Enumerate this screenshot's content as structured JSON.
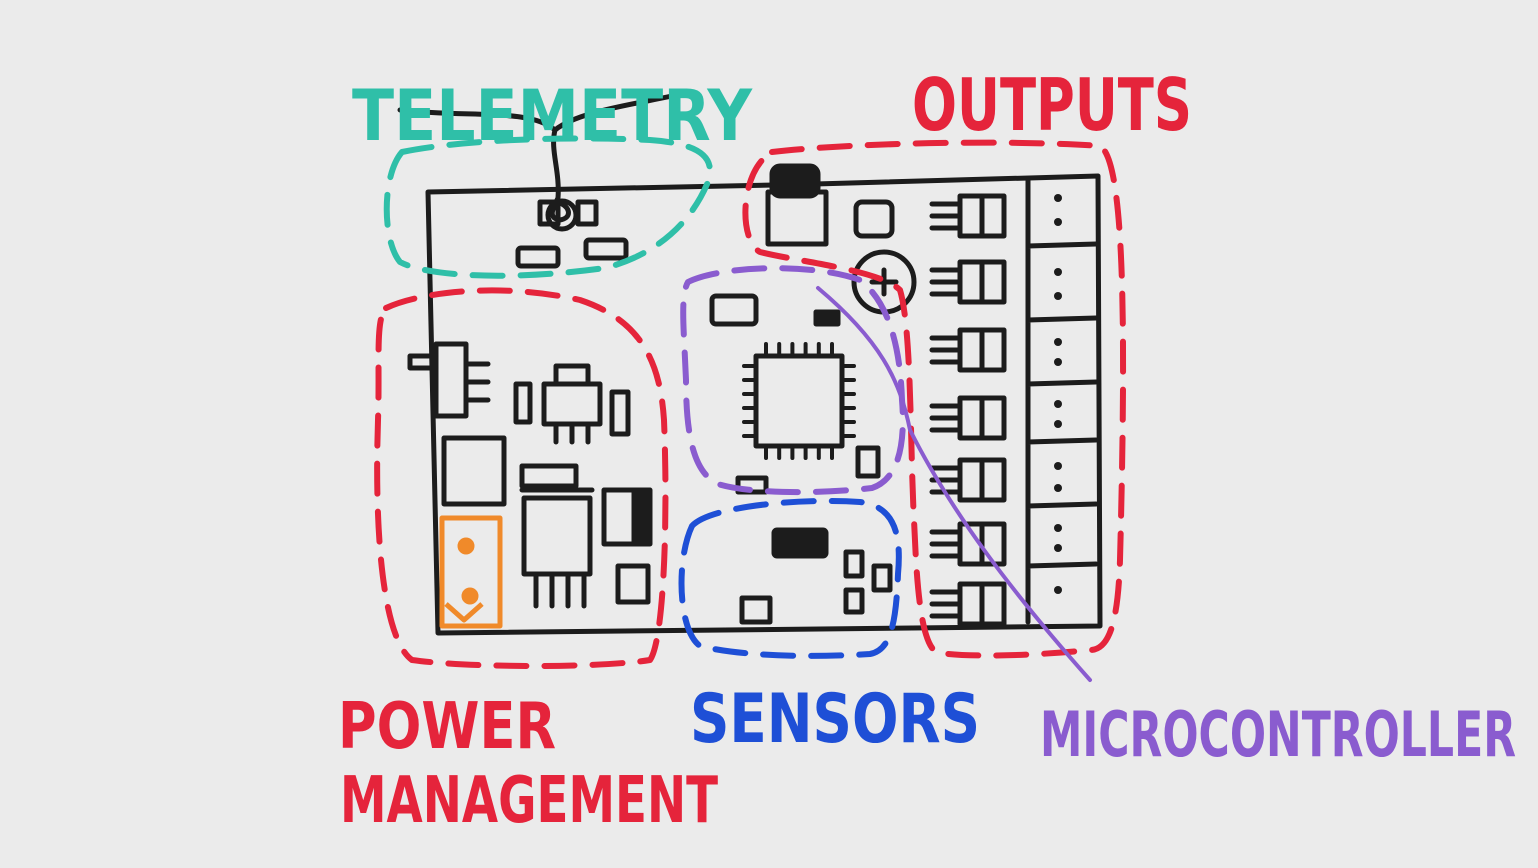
{
  "labels": {
    "telemetry": "TELEMETRY",
    "outputs": "OUTPUTS",
    "power_line1": "POWER",
    "power_line2": "MANAGEMENT",
    "sensors": "SENSORS",
    "microcontroller": "MICROCONTROLLER"
  },
  "colors": {
    "background": "#ebebeb",
    "ink": "#1c1c1c",
    "telemetry": "#2fbfa8",
    "outputs": "#e5243b",
    "power": "#e5243b",
    "sensors": "#1e4fd6",
    "microcontroller": "#8a5ccf",
    "connector": "#f08a2a"
  }
}
